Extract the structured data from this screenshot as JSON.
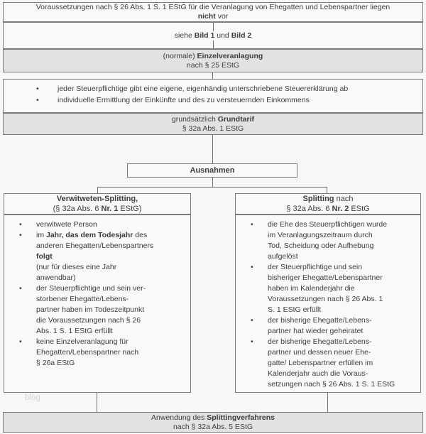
{
  "colors": {
    "page_bg": "#f7f7f5",
    "box_bg": "#f9f9f7",
    "gray_bg": "#e2e2e0",
    "border": "#7c7c7c",
    "line": "#6f6f6f",
    "text": "#3d3d3d",
    "watermark": "#d4d7d9"
  },
  "watermark": "blog",
  "nodes": {
    "prerequisites": {
      "lines": [
        [
          {
            "t": "Voraussetzungen nach § 26 Abs. 1 S. 1 EStG für die Veranlagung von Ehegatten und Lebenspartner liegen"
          }
        ],
        [
          {
            "t": "nicht",
            "b": true
          },
          {
            "t": " vor"
          }
        ]
      ]
    },
    "see_reference": {
      "lines": [
        [
          {
            "t": "siehe "
          },
          {
            "t": "Bild 1",
            "b": true
          },
          {
            "t": " und "
          },
          {
            "t": "Bild 2",
            "b": true
          }
        ]
      ]
    },
    "einzelveranlagung": {
      "lines": [
        [
          {
            "t": "(normale) "
          },
          {
            "t": "Einzelveranlagung",
            "b": true
          }
        ],
        [
          {
            "t": "nach § 25 EStG"
          }
        ]
      ]
    },
    "einzelveranlagung_details": {
      "bullets": [
        [
          {
            "t": "jeder Steuerpflichtige gibt eine eigene, eigenhändig unterschriebene Steuererklärung ab"
          }
        ],
        [
          {
            "t": "individuelle Ermittlung der Einkünfte und des zu versteuernden Einkommens"
          }
        ]
      ]
    },
    "grundtarif": {
      "lines": [
        [
          {
            "t": "grundsätzlich "
          },
          {
            "t": "Grundtarif",
            "b": true
          }
        ],
        [
          {
            "t": "§ 32a Abs. 1 EStG"
          }
        ]
      ]
    },
    "ausnahmen": {
      "label": "Ausnahmen"
    },
    "verwitweten_splitting": {
      "header": [
        [
          {
            "t": "Verwitweten-Splitting,",
            "b": true
          }
        ],
        [
          {
            "t": "(§ 32a Abs. 6 "
          },
          {
            "t": "Nr. 1",
            "b": true
          },
          {
            "t": " EStG)"
          }
        ]
      ],
      "bullets": [
        [
          {
            "t": "verwitwete Person"
          }
        ],
        [
          {
            "t": "im "
          },
          {
            "t": "Jahr, das dem Todesjahr",
            "b": true
          },
          {
            "t": " des\nanderen Ehegatten/Lebenspartners\n"
          },
          {
            "t": "folgt",
            "b": true
          },
          {
            "t": "\n(nur für dieses eine Jahr\nanwendbar)"
          }
        ],
        [
          {
            "t": "der Steuerpflichtige und sein ver-\nstorbener Ehegatte/Lebens-\npartner haben im Todeszeitpunkt\ndie Voraussetzungen nach § 26\nAbs. 1 S. 1 EStG erfüllt"
          }
        ],
        [
          {
            "t": "keine Einzelveranlagung für\nEhegatten/Lebenspartner nach\n§ 26a EStG"
          }
        ]
      ]
    },
    "splitting": {
      "header": [
        [
          {
            "t": "Splitting",
            "b": true
          },
          {
            "t": " nach"
          }
        ],
        [
          {
            "t": "§ 32a Abs. 6 "
          },
          {
            "t": "Nr. 2",
            "b": true
          },
          {
            "t": " EStG"
          }
        ]
      ],
      "bullets": [
        [
          {
            "t": "die Ehe des Steuerpflichtigen wurde\nim Veranlagungszeitraum durch\nTod, Scheidung oder Aufhebung\naufgelöst"
          }
        ],
        [
          {
            "t": "der Steuerpflichtige und sein\nbisheriger Ehegatte/Lebenspartner\nhaben im Kalenderjahr die\nVoraussetzungen nach § 26 Abs. 1\nS. 1 EStG erfüllt"
          }
        ],
        [
          {
            "t": "der bisherige Ehegatte/Lebens-\npartner hat wieder geheiratet"
          }
        ],
        [
          {
            "t": "der bisherige Ehegatte/Lebens-\npartner und dessen neuer Ehe-\ngatte/ Lebenspartner erfüllen im\nKalenderjahr auch die Voraus-\nsetzungen nach § 26 Abs. 1 S. 1 EStG"
          }
        ]
      ]
    },
    "splittingverfahren": {
      "lines": [
        [
          {
            "t": "Anwendung des "
          },
          {
            "t": "Splittingverfahrens",
            "b": true
          }
        ],
        [
          {
            "t": "nach § 32a Abs. 5 EStG"
          }
        ]
      ]
    }
  }
}
